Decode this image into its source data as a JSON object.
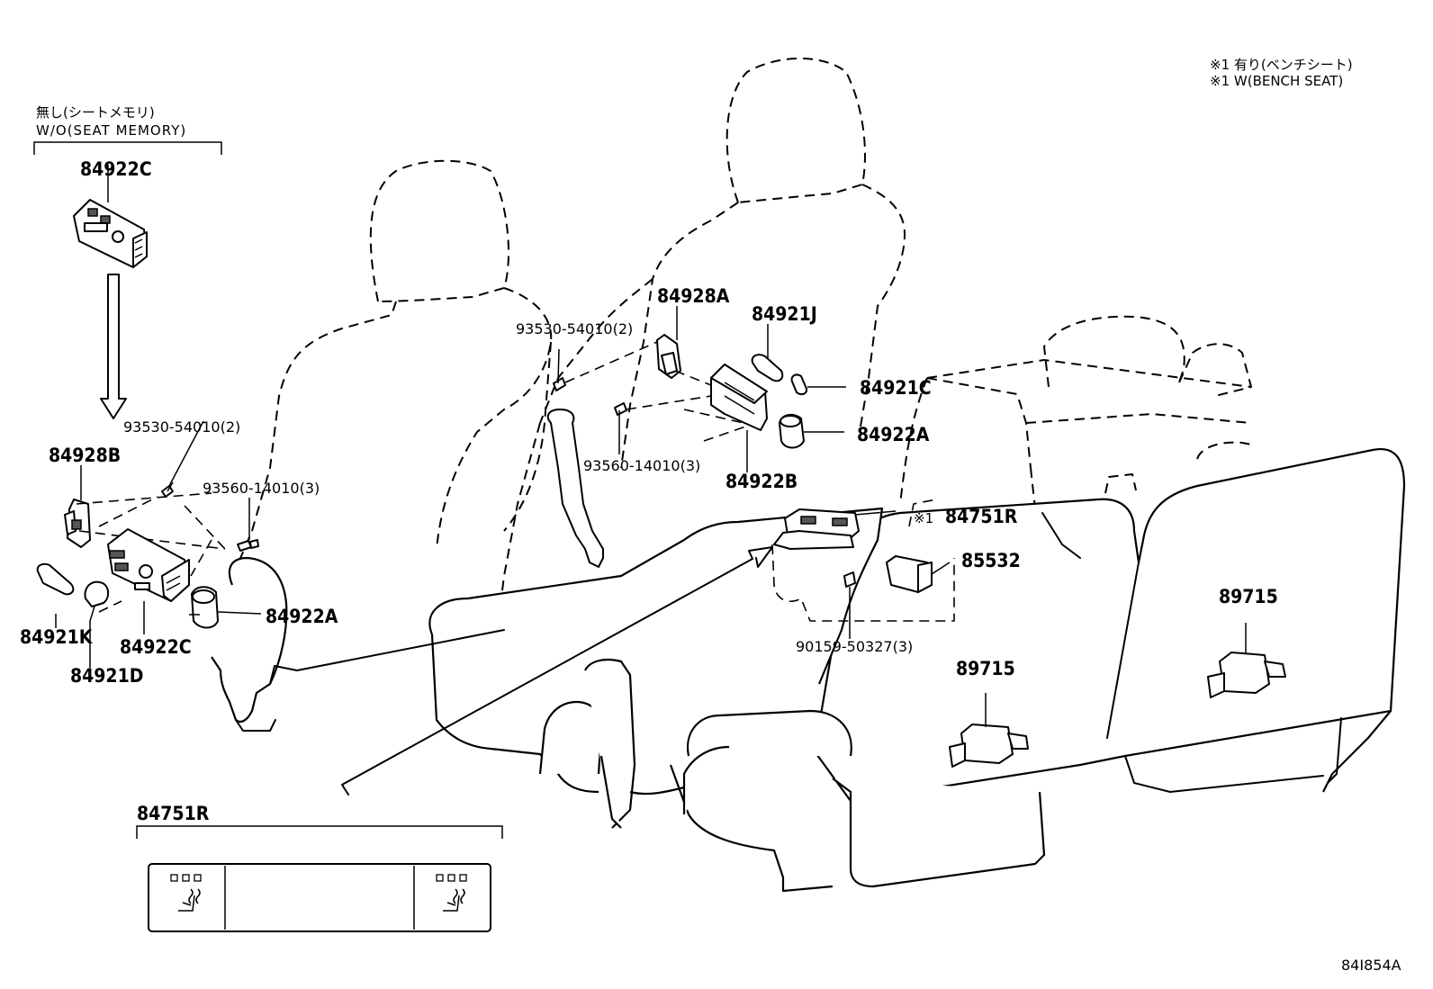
{
  "notes": {
    "bench_seat_jp": "※1 有り(ベンチシート)",
    "bench_seat_en": "※1 W(BENCH SEAT)",
    "seat_memory_jp": "無し(シートメモリ)",
    "seat_memory_en": "W/O(SEAT MEMORY)"
  },
  "labels": {
    "p84922C_top": "84922C",
    "p93530_left": "93530-54010(2)",
    "p84928B": "84928B",
    "p93560_left": "93560-14010(3)",
    "p84922A_left": "84922A",
    "p84921K": "84921K",
    "p84922C_bottom": "84922C",
    "p84921D": "84921D",
    "p84928A": "84928A",
    "p93530_center": "93530-54010(2)",
    "p84921J": "84921J",
    "p84921C": "84921C",
    "p84922A_center": "84922A",
    "p93560_center": "93560-14010(3)",
    "p84922B": "84922B",
    "p84751R_marker": "※1",
    "p84751R": "84751R",
    "p85532": "85532",
    "p90159": "90159-50327(3)",
    "p89715_right": "89715",
    "p89715_center": "89715",
    "p84751R_detail": "84751R"
  },
  "figure_id": "84I854A"
}
